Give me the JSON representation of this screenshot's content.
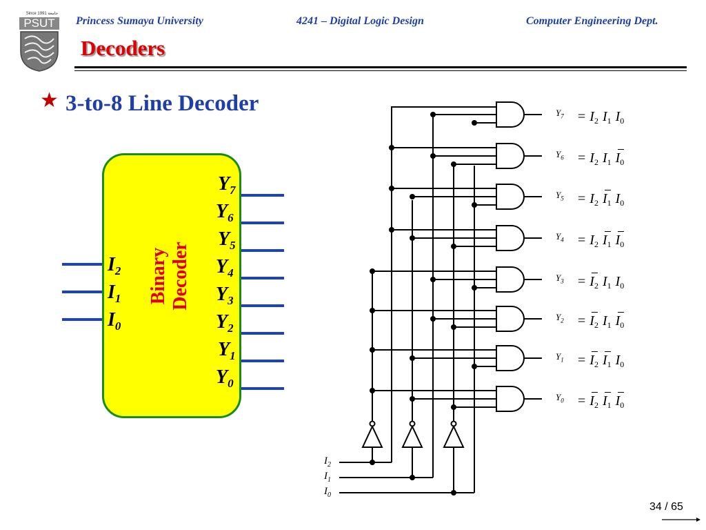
{
  "header": {
    "university": "Princess Sumaya University",
    "course": "4241 – Digital Logic Design",
    "department": "Computer Engineering Dept.",
    "logo_text": "PSUT",
    "logo_since": "Since 1991 جامعة"
  },
  "slide": {
    "title": "Decoders",
    "bullet_icon": "star-bullet",
    "subtitle": "3-to-8 Line Decoder"
  },
  "block": {
    "line1": "Binary",
    "line2": "Decoder",
    "fill_color": "#ffff00",
    "border_color": "#168c16",
    "wire_color": "#1a40c8",
    "inputs": [
      {
        "base": "I",
        "sub": "2"
      },
      {
        "base": "I",
        "sub": "1"
      },
      {
        "base": "I",
        "sub": "0"
      }
    ],
    "outputs": [
      {
        "base": "Y",
        "sub": "7"
      },
      {
        "base": "Y",
        "sub": "6"
      },
      {
        "base": "Y",
        "sub": "5"
      },
      {
        "base": "Y",
        "sub": "4"
      },
      {
        "base": "Y",
        "sub": "3"
      },
      {
        "base": "Y",
        "sub": "2"
      },
      {
        "base": "Y",
        "sub": "1"
      },
      {
        "base": "Y",
        "sub": "0"
      }
    ]
  },
  "circuit": {
    "inputs": [
      {
        "base": "I",
        "sub": "2"
      },
      {
        "base": "I",
        "sub": "1"
      },
      {
        "base": "I",
        "sub": "0"
      }
    ],
    "equation_sign": "=",
    "equations": [
      {
        "out_base": "Y",
        "out_sub": "7",
        "terms": [
          {
            "v": "I",
            "s": "2",
            "bar": false
          },
          {
            "v": "I",
            "s": "1",
            "bar": false
          },
          {
            "v": "I",
            "s": "0",
            "bar": false
          }
        ]
      },
      {
        "out_base": "Y",
        "out_sub": "6",
        "terms": [
          {
            "v": "I",
            "s": "2",
            "bar": false
          },
          {
            "v": "I",
            "s": "1",
            "bar": false
          },
          {
            "v": "I",
            "s": "0",
            "bar": true
          }
        ]
      },
      {
        "out_base": "Y",
        "out_sub": "5",
        "terms": [
          {
            "v": "I",
            "s": "2",
            "bar": false
          },
          {
            "v": "I",
            "s": "1",
            "bar": true
          },
          {
            "v": "I",
            "s": "0",
            "bar": false
          }
        ]
      },
      {
        "out_base": "Y",
        "out_sub": "4",
        "terms": [
          {
            "v": "I",
            "s": "2",
            "bar": false
          },
          {
            "v": "I",
            "s": "1",
            "bar": true
          },
          {
            "v": "I",
            "s": "0",
            "bar": true
          }
        ]
      },
      {
        "out_base": "Y",
        "out_sub": "3",
        "terms": [
          {
            "v": "I",
            "s": "2",
            "bar": true
          },
          {
            "v": "I",
            "s": "1",
            "bar": false
          },
          {
            "v": "I",
            "s": "0",
            "bar": false
          }
        ]
      },
      {
        "out_base": "Y",
        "out_sub": "2",
        "terms": [
          {
            "v": "I",
            "s": "2",
            "bar": true
          },
          {
            "v": "I",
            "s": "1",
            "bar": false
          },
          {
            "v": "I",
            "s": "0",
            "bar": true
          }
        ]
      },
      {
        "out_base": "Y",
        "out_sub": "1",
        "terms": [
          {
            "v": "I",
            "s": "2",
            "bar": true
          },
          {
            "v": "I",
            "s": "1",
            "bar": true
          },
          {
            "v": "I",
            "s": "0",
            "bar": false
          }
        ]
      },
      {
        "out_base": "Y",
        "out_sub": "0",
        "terms": [
          {
            "v": "I",
            "s": "2",
            "bar": true
          },
          {
            "v": "I",
            "s": "1",
            "bar": true
          },
          {
            "v": "I",
            "s": "0",
            "bar": true
          }
        ]
      }
    ]
  },
  "footer": {
    "page_indicator": "34 / 65"
  }
}
